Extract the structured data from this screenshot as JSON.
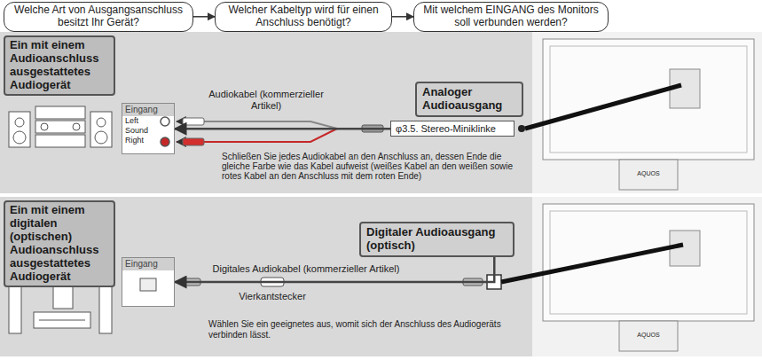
{
  "diagram": {
    "nodes": [
      {
        "text": [
          "Welche Art von Ausgangsanschluss besitzt Ihr Gerät?"
        ]
      },
      {
        "text": [
          "Welcher Kabeltyp wird für einen Anschluss benötigt?"
        ]
      },
      {
        "text": [
          "Mit welchem EINGANG des Monitors soll verbunden werden?"
        ]
      },
      {
        "text": [
          "Ein mit einem Audioanschluss ausgestattetes Audiogerät"
        ]
      },
      {
        "text": [
          "Eingang"
        ],
        "in": 3
      },
      {
        "text": [
          "Analoger Audioausgang"
        ],
        "in": 3
      },
      {
        "text": [
          "φ3.5. Stereo-Miniklinke"
        ],
        "in": 3
      },
      {
        "text": [
          "Ein mit einem digitalen (optischen) Audioanschluss ausgestattetes Audiogerät"
        ]
      },
      {
        "text": [
          "Eingang"
        ],
        "in": 7
      },
      {
        "text": [
          "Digitaler Audioausgang (optisch)"
        ],
        "in": 7
      }
    ],
    "edges": [
      {
        "from": 0,
        "to": 1,
        "arrow": "to"
      },
      {
        "from": 1,
        "to": 2,
        "arrow": "to"
      },
      {
        "from": 6,
        "to": 4,
        "arrow": "to"
      },
      {
        "from": 9,
        "to": 8,
        "arrow": "to"
      }
    ],
    "labels": [
      "Left",
      "Sound",
      "Right",
      "Audiokabel (kommerzieller Artikel)",
      "Schließen Sie jedes Audiokabel an den Anschluss an, dessen Ende die gleiche Farbe wie das Kabel aufweist (weißes Kabel an den weißen sowie rotes Kabel an den Anschluss mit dem roten Ende)",
      "AQUOS",
      "Digitales Audiokabel (kommerzieller Artikel)",
      "Vierkantstecker",
      "Wählen Sie ein geeignetes aus, womit sich der Anschluss des Audiogeräts verbinden lässt.",
      "AQUOS"
    ]
  }
}
